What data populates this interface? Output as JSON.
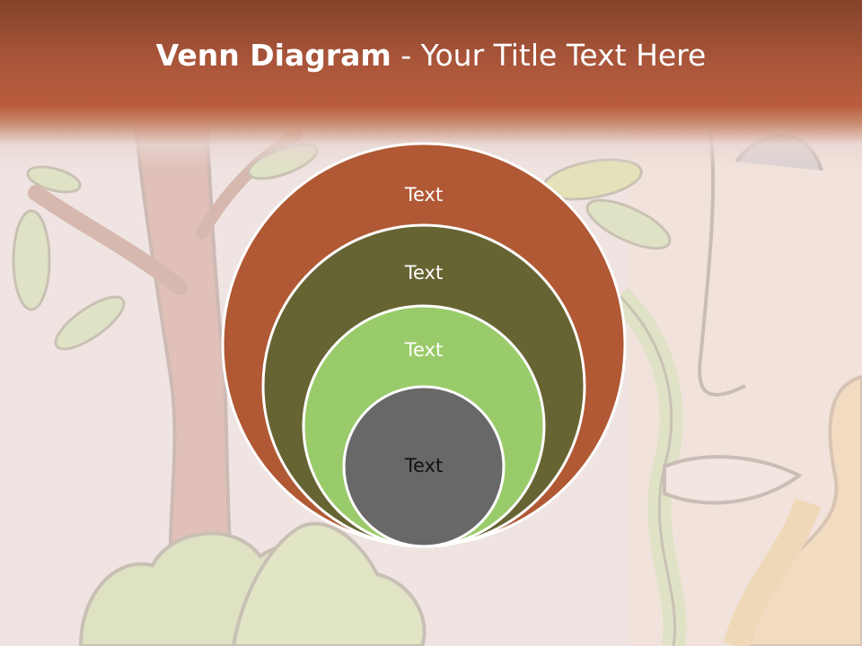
{
  "title": {
    "bold": "Venn Diagram",
    "rest": " - Your Title Text Here"
  },
  "diagram": {
    "circles": [
      {
        "label": "Text",
        "fill": "#b05934",
        "text_color": "#ffffff"
      },
      {
        "label": "Text",
        "fill": "#676433",
        "text_color": "#ffffff"
      },
      {
        "label": "Text",
        "fill": "#9acb6a",
        "text_color": "#ffffff"
      },
      {
        "label": "Text",
        "fill": "#686868",
        "text_color": "#111111"
      }
    ],
    "outline": "#ffffff"
  },
  "colors": {
    "header": "#a9553a",
    "background": "#efe4e2"
  }
}
